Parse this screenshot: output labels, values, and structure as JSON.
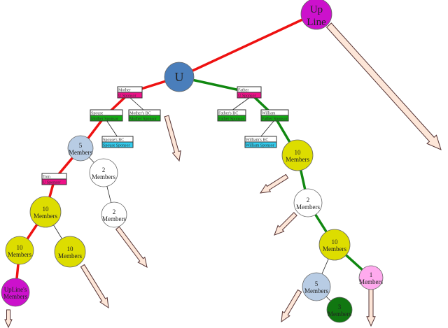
{
  "colors": {
    "upline_path": "#ee1111",
    "downline_path": "#118811",
    "sponsor_magenta": "#ee1188",
    "sponsor_green": "#11aa11",
    "sponsor_cyan": "#33ccee",
    "arrow_fill": "#fde6d8"
  },
  "nodes": {
    "upline": {
      "line1": "Up",
      "line2": "Line",
      "color": "#cc11cc"
    },
    "u": {
      "label": "U",
      "color": "#4a7ebb"
    },
    "n5a": {
      "line1": "5",
      "line2": "Members",
      "color": "#b8cce4"
    },
    "n2a": {
      "line1": "2",
      "line2": "Members",
      "color": "#ffffff"
    },
    "n2b": {
      "line1": "2",
      "line2": "Members",
      "color": "#ffffff"
    },
    "n10a": {
      "line1": "10",
      "line2": "Members",
      "color": "#dddd00"
    },
    "n10b": {
      "line1": "10",
      "line2": "Members",
      "color": "#dddd00"
    },
    "n10c": {
      "line1": "10",
      "line2": "Members",
      "color": "#dddd00"
    },
    "uplineMembers": {
      "line1": "UpLine's",
      "line2": "Members",
      "color": "#cc11cc"
    },
    "n10d": {
      "line1": "10",
      "line2": "Members",
      "color": "#dddd00"
    },
    "n2c": {
      "line1": "2",
      "line2": "Members",
      "color": "#ffffff"
    },
    "n10e": {
      "line1": "10",
      "line2": "Members",
      "color": "#dddd00"
    },
    "n5b": {
      "line1": "5",
      "line2": "Members",
      "color": "#b8cce4"
    },
    "n3": {
      "line1": "3",
      "line2": "Members",
      "color": "#117711"
    },
    "n1": {
      "line1": "1",
      "line2": "Members",
      "color": "#ffaaee"
    }
  },
  "boxes": {
    "mother": {
      "name": "Mother",
      "sponsor": "U Sponsor"
    },
    "spouse": {
      "name": "Spouse",
      "sponsor": "Mother Sponsor"
    },
    "motherBC": {
      "name": "Mother's BC",
      "sponsor": "Mother Sponsor"
    },
    "spouseBC": {
      "name": "Spouse's BC",
      "sponsor": "Spouse Sponsor"
    },
    "tom": {
      "name": "Tom",
      "sponsor": "U Sponsor"
    },
    "father": {
      "name": "Father",
      "sponsor": "U Sponsor"
    },
    "fatherBC": {
      "name": "Father's BC",
      "sponsor": "Father Sponsor"
    },
    "william": {
      "name": "William",
      "sponsor": "Father Sponsor"
    },
    "williamBC": {
      "name": "William's BC",
      "sponsor": "William Sponsor"
    }
  }
}
